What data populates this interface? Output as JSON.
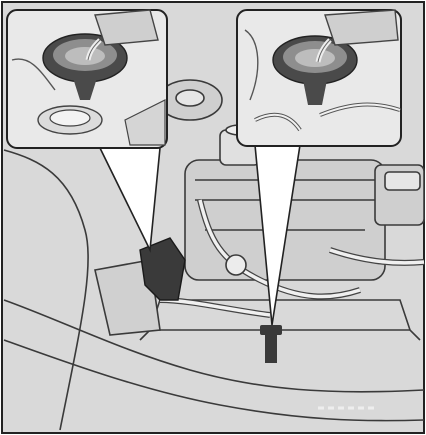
{
  "figure": {
    "description_visible_text": "",
    "callouts": [
      {
        "id": "left",
        "target": "washer-fluid-reservoir"
      },
      {
        "id": "right",
        "target": "engine-oil-filler"
      }
    ],
    "colors": {
      "background": "#d9d9d9",
      "line": "#2b2b2b",
      "dark_part": "#3a3a3a",
      "highlight": "#f2f2f2",
      "inset_bg": "#e9e9e9"
    }
  }
}
